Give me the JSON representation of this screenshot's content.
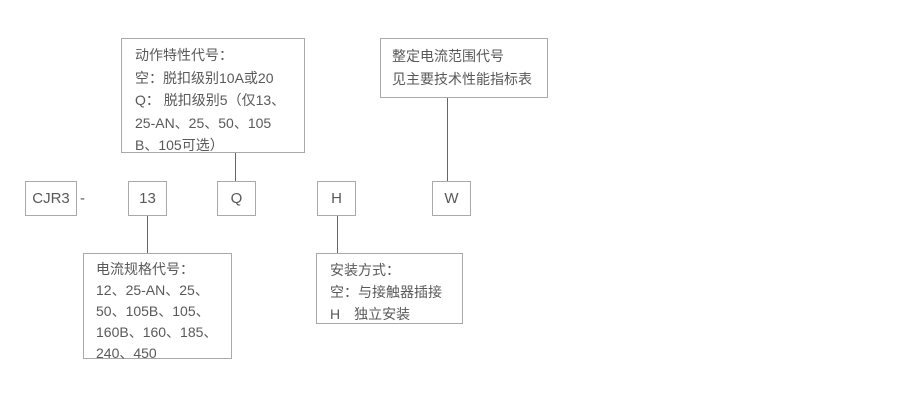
{
  "colors": {
    "background": "#ffffff",
    "box_border": "#a9a9a9",
    "text": "#595959",
    "connector": "#666666"
  },
  "code_row": {
    "prefix": "CJR3",
    "separator": "-",
    "codes": [
      "13",
      "Q",
      "H",
      "W"
    ]
  },
  "callouts": {
    "action_characteristic": {
      "lines": [
        "动作特性代号：",
        "空：脱扣级别10A或20",
        "Q： 脱扣级别5（仅13、",
        "25-AN、25、50、105",
        "B、105可选）"
      ]
    },
    "setting_current_range": {
      "lines": [
        "整定电流范围代号",
        "见主要技术性能指标表"
      ]
    },
    "current_specification": {
      "lines": [
        "电流规格代号：",
        "12、25-AN、25、",
        "50、105B、105、",
        "160B、160、185、",
        "240、450"
      ]
    },
    "mounting_type": {
      "lines": [
        "安装方式：",
        "空：与接触器插接",
        "H　独立安装"
      ]
    }
  }
}
